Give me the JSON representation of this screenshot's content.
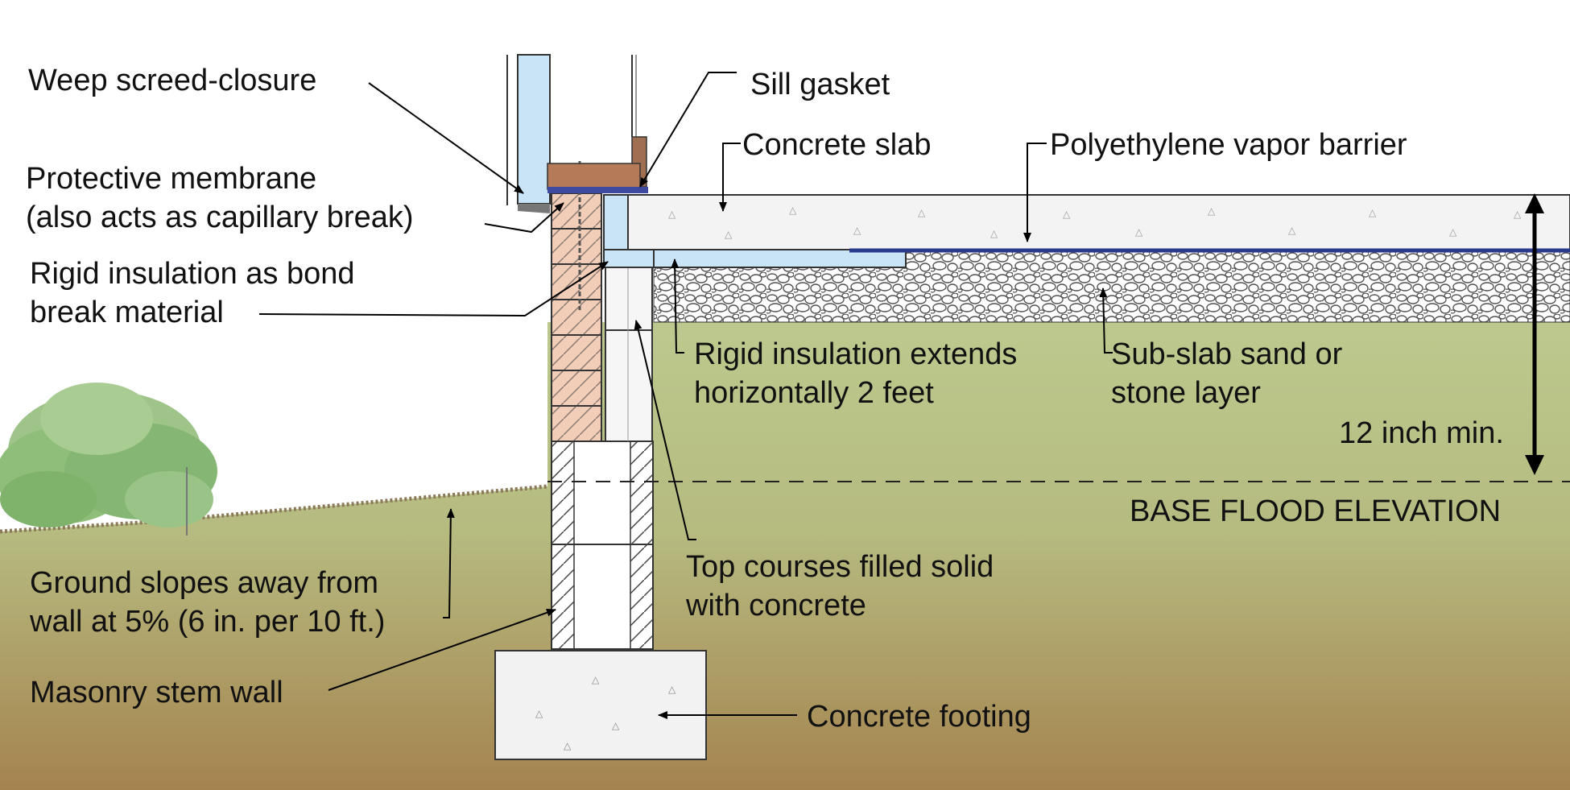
{
  "labels": {
    "weep_screed": "Weep screed-closure",
    "sill_gasket": "Sill gasket",
    "concrete_slab": "Concrete slab",
    "vapor_barrier": "Polyethylene vapor barrier",
    "protective_membrane_1": "Protective membrane",
    "protective_membrane_2": "(also acts as capillary break)",
    "rigid_bond_1": "Rigid insulation as bond",
    "rigid_bond_2": "break material",
    "rigid_extends_1": "Rigid insulation extends",
    "rigid_extends_2": "horizontally 2 feet",
    "subslab_1": "Sub-slab sand or",
    "subslab_2": "stone layer",
    "twelve_inch": "12 inch min.",
    "base_flood": "BASE FLOOD ELEVATION",
    "top_courses_1": "Top courses filled solid",
    "top_courses_2": "with concrete",
    "ground_slopes_1": "Ground slopes away from",
    "ground_slopes_2": "wall at 5% (6 in. per 10 ft.)",
    "masonry_wall": "Masonry stem wall",
    "concrete_footing": "Concrete footing"
  },
  "colors": {
    "soil_top": "#bcc98e",
    "soil_bottom": "#a5834f",
    "insulation": "#c8e4f6",
    "brick": "#f2cdb8",
    "concrete": "#f0f0f0",
    "vapor_barrier": "#2a3a8c",
    "bush": "#7fb26a"
  }
}
